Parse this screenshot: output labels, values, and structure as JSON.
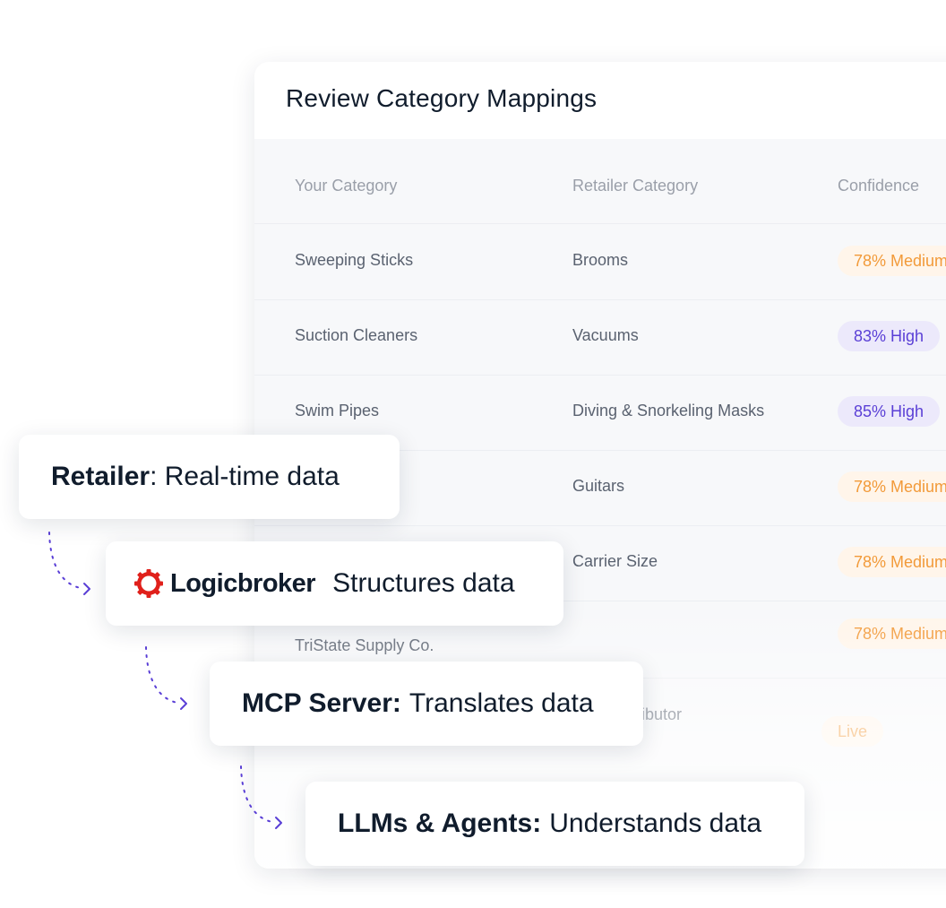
{
  "panel": {
    "title": "Review Category Mappings",
    "columns": [
      "Your Category",
      "Retailer Category",
      "Confidence"
    ],
    "rows": [
      {
        "your": "Sweeping Sticks",
        "retailer": "Brooms",
        "confidence": "78% Medium",
        "level": "medium"
      },
      {
        "your": "Suction Cleaners",
        "retailer": "Vacuums",
        "confidence": "83% High",
        "level": "high"
      },
      {
        "your": "Swim Pipes",
        "retailer": "Diving & Snorkeling Masks",
        "confidence": "85% High",
        "level": "high"
      },
      {
        "your": "",
        "retailer": "Guitars",
        "confidence": "78% Medium",
        "level": "medium"
      },
      {
        "your": "",
        "retailer": "Carrier Size",
        "confidence": "78% Medium",
        "level": "medium"
      },
      {
        "your": "TriState Supply Co.",
        "retailer": "",
        "confidence": "78% Medium",
        "level": "medium"
      },
      {
        "your": "",
        "retailer": "ibutor",
        "confidence": "Live",
        "level": "medium"
      }
    ]
  },
  "flow": {
    "retailer": {
      "label": "Retailer",
      "text": "Real-time data"
    },
    "logicbroker": {
      "brand": "Logicbroker",
      "text": "Structures data",
      "brand_color": "#e0201b"
    },
    "mcp": {
      "label": "MCP Server:",
      "text": "Translates data"
    },
    "llms": {
      "label": "LLMs & Agents:",
      "text": "Understands data"
    },
    "arrow_color": "#5a3fd6"
  }
}
